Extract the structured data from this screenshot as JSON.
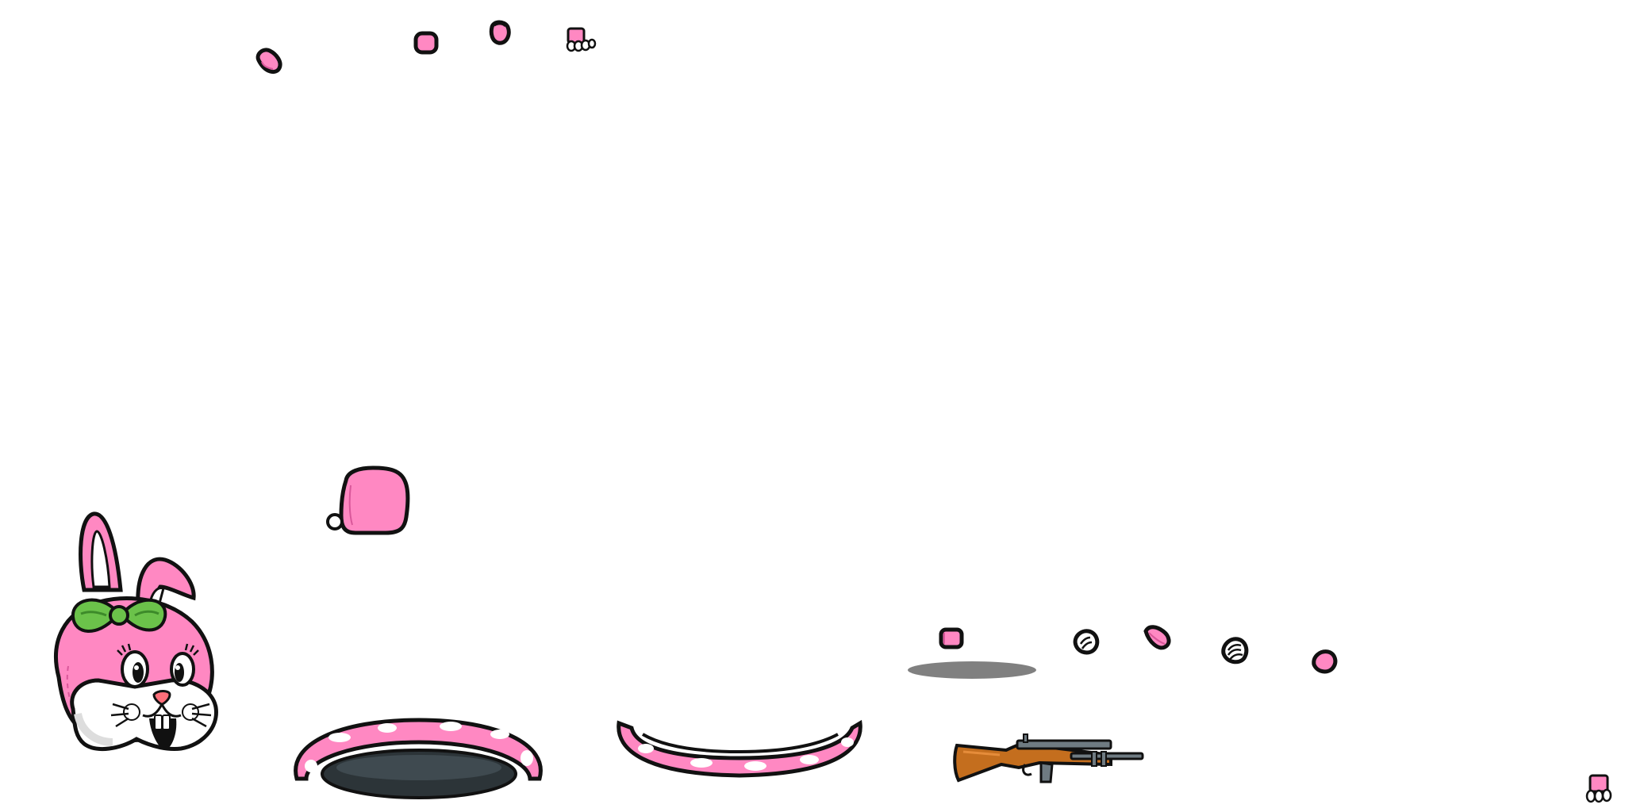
{
  "sheet": {
    "type": "sprite-sheet",
    "character": "pink-bunny",
    "palette": {
      "pink": "#ff88c2",
      "pink_dark": "#d9579a",
      "outline": "#111111",
      "bow_green": "#6bc24a",
      "bow_green_dark": "#3d8a2a",
      "hole_dark": "#2c3438",
      "shadow": "#808080",
      "gun_wood": "#c46e1e",
      "gun_metal": "#6f7b82",
      "nose": "#ff6f7a",
      "white": "#ffffff",
      "muzzle_shade": "#dddddd"
    },
    "sprites": [
      "hand-top-1",
      "hand-top-2",
      "hand-top-3",
      "foot-top",
      "bunny-head",
      "bunny-body",
      "hole-front-rim",
      "hole-back-rim",
      "ground-shadow",
      "rifle",
      "hand-small-1",
      "hand-small-2",
      "hand-small-3",
      "hand-small-4",
      "hand-small-5",
      "foot-corner"
    ]
  }
}
